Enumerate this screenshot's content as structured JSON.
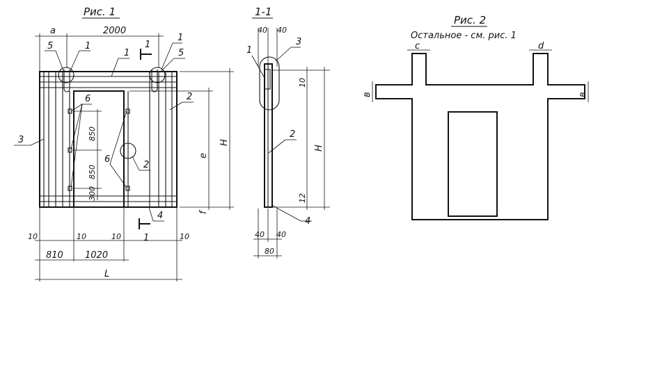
{
  "fig1": {
    "title": "Рис. 1",
    "dim_a": "a",
    "dim_2000": "2000",
    "dim_e": "e",
    "dim_H": "H",
    "dim_f": "f",
    "dim_850_top": "850",
    "dim_850_bottom": "850",
    "dim_300": "300",
    "dim_10_a": "10",
    "dim_10_b": "10",
    "dim_10_c": "10",
    "dim_10_d": "10",
    "dim_810": "810",
    "dim_1020": "1020",
    "dim_L": "L",
    "callout_1": "1",
    "callout_2": "2",
    "callout_3": "3",
    "callout_4": "4",
    "callout_5": "5",
    "callout_6": "6",
    "section_mark": "1"
  },
  "section": {
    "title": "1-1",
    "dim_40_tl": "40",
    "dim_40_tr": "40",
    "dim_40_bl": "40",
    "dim_40_br": "40",
    "dim_80": "80",
    "dim_10": "10",
    "dim_12": "12",
    "dim_H": "H",
    "callout_1": "1",
    "callout_2": "2",
    "callout_3": "3",
    "callout_4": "4"
  },
  "fig2": {
    "title": "Рис. 2",
    "subtitle": "Остальное - см. рис. 1",
    "dim_c": "c",
    "dim_d": "d",
    "dim_b_left": "в",
    "dim_b_right": "в"
  }
}
